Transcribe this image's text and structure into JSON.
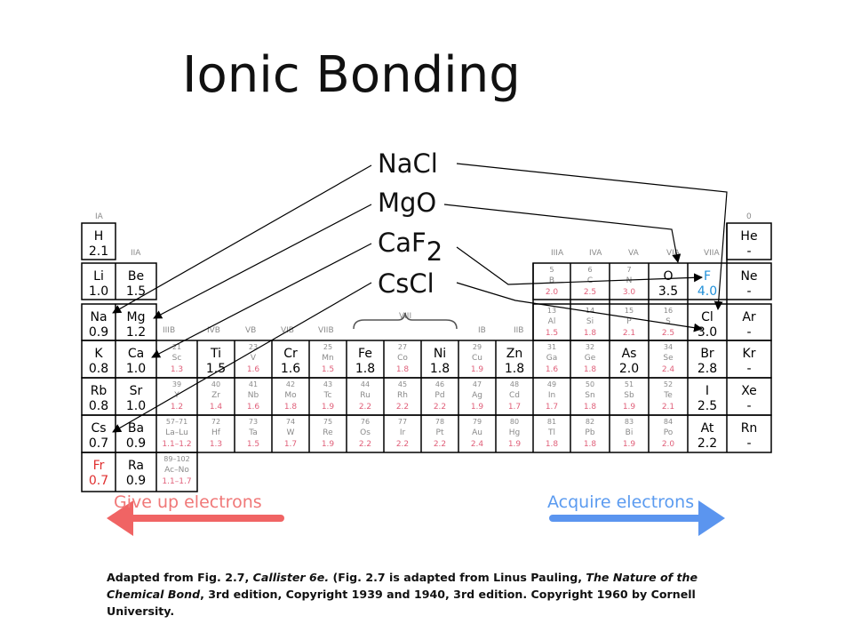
{
  "title": "Ionic Bonding",
  "formulas": {
    "nacl": "NaCl",
    "mgo": "MgO",
    "caf_base": "CaF",
    "caf_sub": "2",
    "cscl": "CsCl"
  },
  "group_headers": {
    "IA": "IA",
    "IIA": "IIA",
    "IIIB": "IIIB",
    "IVB": "IVB",
    "VB": "VB",
    "VIB": "VIB",
    "VIIB": "VIIB",
    "VIII": "VIII",
    "IB": "IB",
    "IIB": "IIB",
    "IIIA": "IIIA",
    "IVA": "IVA",
    "VA": "VA",
    "VIA": "VIA",
    "VIIA": "VIIA",
    "zero": "0"
  },
  "highlighted_elements": [
    {
      "symbol": "H",
      "value": "2.1",
      "color": "#000000"
    },
    {
      "symbol": "Li",
      "value": "1.0",
      "color": "#000000"
    },
    {
      "symbol": "Be",
      "value": "1.5",
      "color": "#000000"
    },
    {
      "symbol": "Na",
      "value": "0.9",
      "color": "#000000"
    },
    {
      "symbol": "Mg",
      "value": "1.2",
      "color": "#000000"
    },
    {
      "symbol": "K",
      "value": "0.8",
      "color": "#000000"
    },
    {
      "symbol": "Ca",
      "value": "1.0",
      "color": "#000000"
    },
    {
      "symbol": "Ti",
      "value": "1.5",
      "color": "#000000"
    },
    {
      "symbol": "Cr",
      "value": "1.6",
      "color": "#000000"
    },
    {
      "symbol": "Fe",
      "value": "1.8",
      "color": "#000000"
    },
    {
      "symbol": "Ni",
      "value": "1.8",
      "color": "#000000"
    },
    {
      "symbol": "Zn",
      "value": "1.8",
      "color": "#000000"
    },
    {
      "symbol": "Rb",
      "value": "0.8",
      "color": "#000000"
    },
    {
      "symbol": "Sr",
      "value": "1.0",
      "color": "#000000"
    },
    {
      "symbol": "Cs",
      "value": "0.7",
      "color": "#000000"
    },
    {
      "symbol": "Ba",
      "value": "0.9",
      "color": "#000000"
    },
    {
      "symbol": "Fr",
      "value": "0.7",
      "color": "#e03030"
    },
    {
      "symbol": "Ra",
      "value": "0.9",
      "color": "#000000"
    },
    {
      "symbol": "O",
      "value": "3.5",
      "color": "#000000"
    },
    {
      "symbol": "F",
      "value": "4.0",
      "color": "#1f8fd8"
    },
    {
      "symbol": "Cl",
      "value": "3.0",
      "color": "#000000"
    },
    {
      "symbol": "As",
      "value": "2.0",
      "color": "#000000"
    },
    {
      "symbol": "Br",
      "value": "2.8",
      "color": "#000000"
    },
    {
      "symbol": "I",
      "value": "2.5",
      "color": "#000000"
    },
    {
      "symbol": "At",
      "value": "2.2",
      "color": "#000000"
    },
    {
      "symbol": "He",
      "value": "-",
      "color": "#000000"
    },
    {
      "symbol": "Ne",
      "value": "-",
      "color": "#000000"
    },
    {
      "symbol": "Ar",
      "value": "-",
      "color": "#000000"
    },
    {
      "symbol": "Kr",
      "value": "-",
      "color": "#000000"
    },
    {
      "symbol": "Xe",
      "value": "-",
      "color": "#000000"
    },
    {
      "symbol": "Rn",
      "value": "-",
      "color": "#000000"
    }
  ],
  "faint_elements": [
    {
      "number": "21",
      "symbol": "Sc",
      "value": "1.3"
    },
    {
      "number": "23",
      "symbol": "V",
      "value": "1.6"
    },
    {
      "number": "25",
      "symbol": "Mn",
      "value": "1.5"
    },
    {
      "number": "27",
      "symbol": "Co",
      "value": "1.8"
    },
    {
      "number": "29",
      "symbol": "Cu",
      "value": "1.9"
    },
    {
      "number": "31",
      "symbol": "Ga",
      "value": "1.6"
    },
    {
      "number": "32",
      "symbol": "Ge",
      "value": "1.8"
    },
    {
      "number": "34",
      "symbol": "Se",
      "value": "2.4"
    },
    {
      "number": "39",
      "symbol": "Y",
      "value": "1.2"
    },
    {
      "number": "40",
      "symbol": "Zr",
      "value": "1.4"
    },
    {
      "number": "41",
      "symbol": "Nb",
      "value": "1.6"
    },
    {
      "number": "42",
      "symbol": "Mo",
      "value": "1.8"
    },
    {
      "number": "43",
      "symbol": "Tc",
      "value": "1.9"
    },
    {
      "number": "44",
      "symbol": "Ru",
      "value": "2.2"
    },
    {
      "number": "45",
      "symbol": "Rh",
      "value": "2.2"
    },
    {
      "number": "46",
      "symbol": "Pd",
      "value": "2.2"
    },
    {
      "number": "47",
      "symbol": "Ag",
      "value": "1.9"
    },
    {
      "number": "48",
      "symbol": "Cd",
      "value": "1.7"
    },
    {
      "number": "49",
      "symbol": "In",
      "value": "1.7"
    },
    {
      "number": "50",
      "symbol": "Sn",
      "value": "1.8"
    },
    {
      "number": "51",
      "symbol": "Sb",
      "value": "1.9"
    },
    {
      "number": "52",
      "symbol": "Te",
      "value": "2.1"
    },
    {
      "number": "57–71",
      "symbol": "La–Lu",
      "value": "1.1–1.2"
    },
    {
      "number": "72",
      "symbol": "Hf",
      "value": "1.3"
    },
    {
      "number": "73",
      "symbol": "Ta",
      "value": "1.5"
    },
    {
      "number": "74",
      "symbol": "W",
      "value": "1.7"
    },
    {
      "number": "75",
      "symbol": "Re",
      "value": "1.9"
    },
    {
      "number": "76",
      "symbol": "Os",
      "value": "2.2"
    },
    {
      "number": "77",
      "symbol": "Ir",
      "value": "2.2"
    },
    {
      "number": "78",
      "symbol": "Pt",
      "value": "2.2"
    },
    {
      "number": "79",
      "symbol": "Au",
      "value": "2.4"
    },
    {
      "number": "80",
      "symbol": "Hg",
      "value": "1.9"
    },
    {
      "number": "81",
      "symbol": "Tl",
      "value": "1.8"
    },
    {
      "number": "82",
      "symbol": "Pb",
      "value": "1.8"
    },
    {
      "number": "83",
      "symbol": "Bi",
      "value": "1.9"
    },
    {
      "number": "84",
      "symbol": "Po",
      "value": "2.0"
    },
    {
      "number": "89–102",
      "symbol": "Ac–No",
      "value": "1.1–1.7"
    },
    {
      "number": "5",
      "symbol": "B",
      "value": "2.0"
    },
    {
      "number": "6",
      "symbol": "C",
      "value": "2.5"
    },
    {
      "number": "7",
      "symbol": "N",
      "value": "3.0"
    },
    {
      "number": "13",
      "symbol": "Al",
      "value": "1.5"
    },
    {
      "number": "14",
      "symbol": "Si",
      "value": "1.8"
    },
    {
      "number": "15",
      "symbol": "P",
      "value": "2.1"
    },
    {
      "number": "16",
      "symbol": "S",
      "value": "2.5"
    }
  ],
  "legend": {
    "give": "Give up electrons",
    "acquire": "Acquire electrons",
    "give_color": "#f06464",
    "acquire_color": "#5b95ef"
  },
  "caption": {
    "p1": "Adapted from Fig. 2.7, ",
    "p1_italic": "Callister 6e.",
    "p2": "  (Fig. 2.7 is adapted from Linus Pauling, ",
    "p2_italic": "The Nature of the Chemical Bond",
    "p3": ", 3rd edition, Copyright 1939 and 1940, 3rd edition.  Copyright 1960 by Cornell University."
  }
}
